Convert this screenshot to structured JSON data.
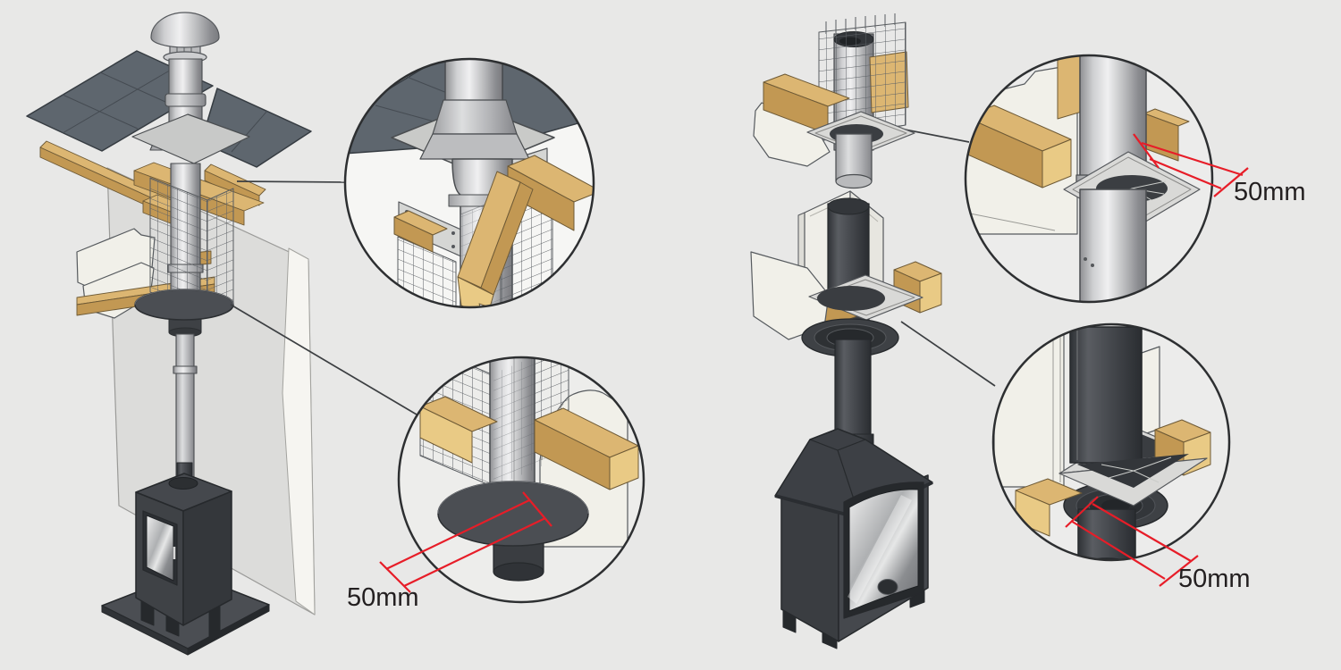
{
  "callouts": {
    "left_floor_detail": {
      "dimension_label": "50mm"
    },
    "right_joist_detail": {
      "dimension_label": "50mm"
    },
    "right_floor_detail": {
      "dimension_label": "50mm"
    }
  },
  "colors": {
    "background": "#e8e8e7",
    "dimension_red": "#e71d28",
    "label_text": "#231f20",
    "roof_slate": "#5e666e",
    "joist_wood_top": "#dcb672",
    "joist_wood_side": "#c29853",
    "joist_wood_end": "#e9ca85",
    "ceiling_white": "#f1f0e9",
    "wall_gray": "#dcdcda",
    "flue_silver": "#c9cacc",
    "flue_dark": "#45484d",
    "stove_body": "#3f4246",
    "plate_gray": "#d9d9d7",
    "outline": "#26292c"
  }
}
